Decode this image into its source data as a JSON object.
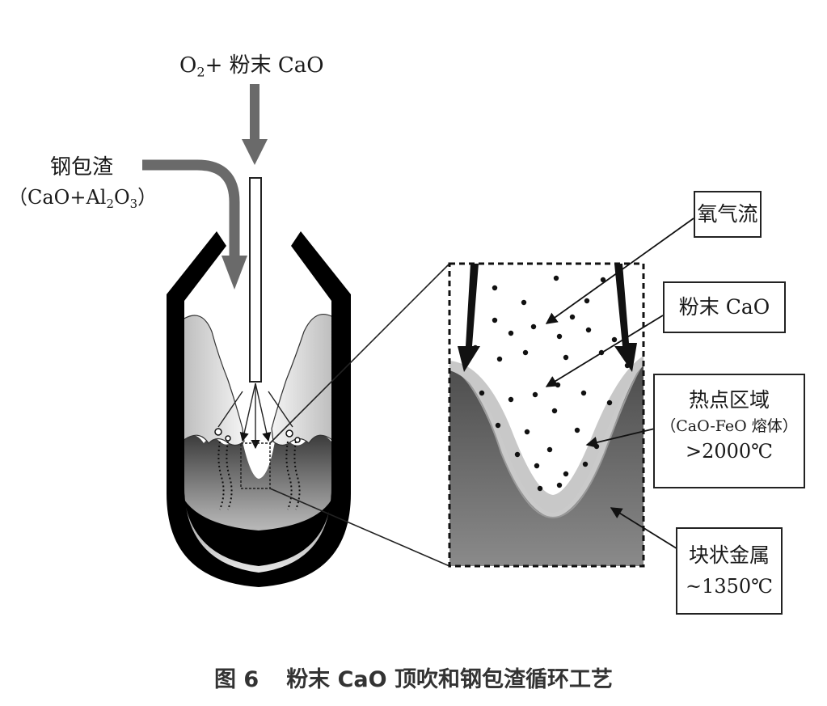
{
  "labels": {
    "feed_top_pre": "O",
    "feed_top_sub": "2",
    "feed_top_post": "+ 粉末 CaO",
    "ladle_slag_title": "钢包渣",
    "ladle_slag_formula_pre": "（CaO+Al",
    "ladle_slag_sub1": "2",
    "ladle_slag_mid": "O",
    "ladle_slag_sub2": "3",
    "ladle_slag_post": "）",
    "oxygen_flow": "氧气流",
    "powder_cao": "粉末 CaO",
    "hotspot_title": "热点区域",
    "hotspot_detail": "（CaO-FeO 熔体）",
    "hotspot_temp": ">2000℃",
    "bulk_metal_title": "块状金属",
    "bulk_metal_temp": "~1350℃"
  },
  "caption": {
    "figure_number": "图 6",
    "title": "粉末 CaO 顶吹和钢包渣循环工艺"
  },
  "colors": {
    "vessel": "#000000",
    "arrow_gray": "#6a6a6a",
    "metal_dark": "#5a5a5a",
    "slag_light": "#cfcfcf",
    "hotspot_layer": "#c9c9c9",
    "text": "#1a1a1a"
  }
}
